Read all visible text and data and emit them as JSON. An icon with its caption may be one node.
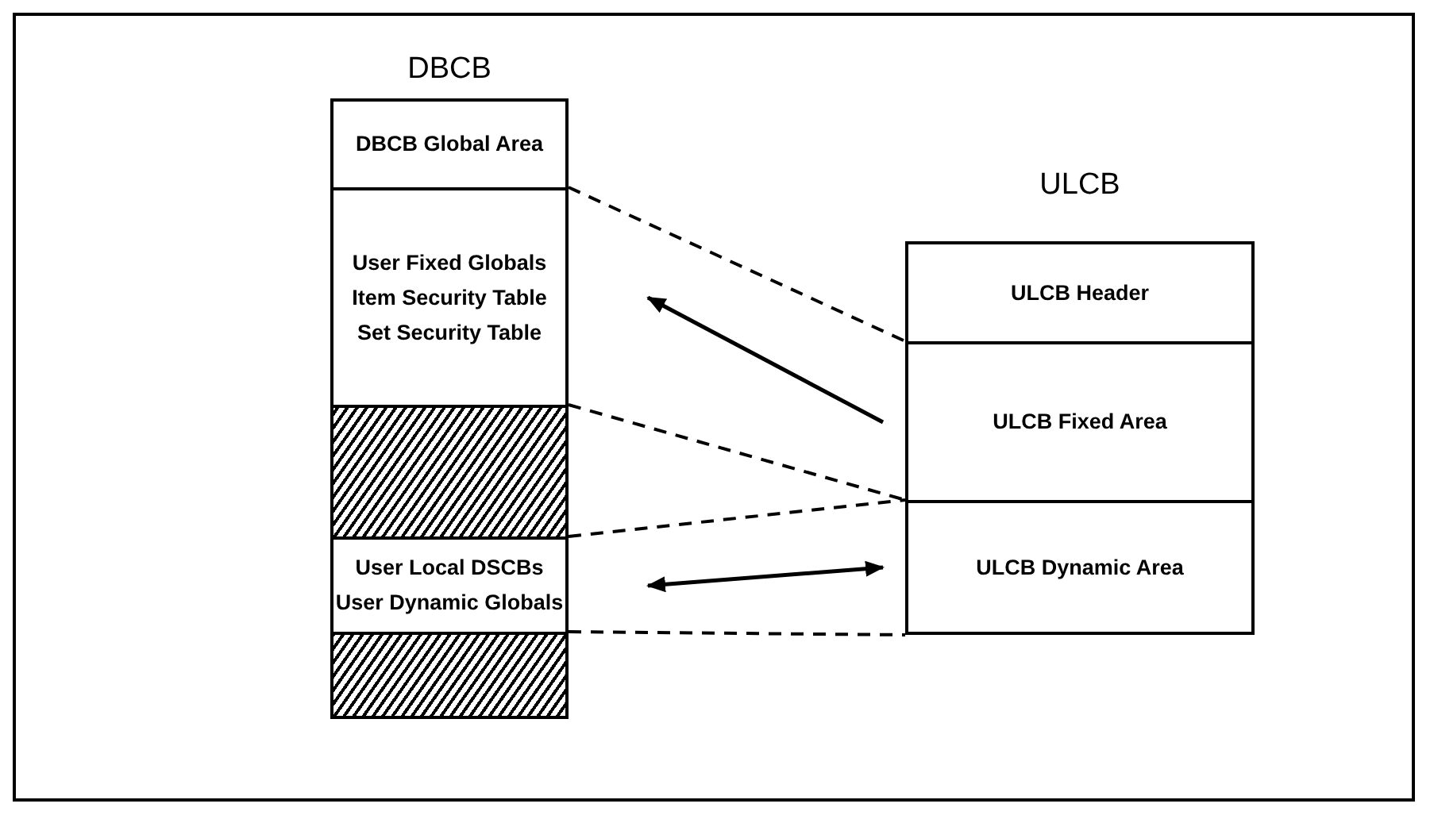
{
  "diagram": {
    "nodes": [
      {
        "text": [
          "DBCB"
        ]
      },
      {
        "text": [
          "DBCB Global Area"
        ],
        "in": 0
      },
      {
        "text": [
          "User Fixed Globals",
          "Item Security Table",
          "Set Security Table"
        ],
        "in": 0
      },
      {
        "text": [],
        "shape": "box",
        "in": 0
      },
      {
        "text": [
          "User Local DSCBs",
          "User Dynamic Globals"
        ],
        "in": 0
      },
      {
        "text": [],
        "shape": "box",
        "in": 0
      },
      {
        "text": [
          "ULCB"
        ]
      },
      {
        "text": [
          "ULCB Header"
        ],
        "in": 6
      },
      {
        "text": [
          "ULCB Fixed Area"
        ],
        "in": 6
      },
      {
        "text": [
          "ULCB Dynamic Area"
        ],
        "in": 6
      }
    ],
    "edges": [
      {
        "from": 8,
        "to": 2,
        "arrow": "to"
      },
      {
        "from": 9,
        "to": 4,
        "arrow": "both"
      }
    ]
  }
}
